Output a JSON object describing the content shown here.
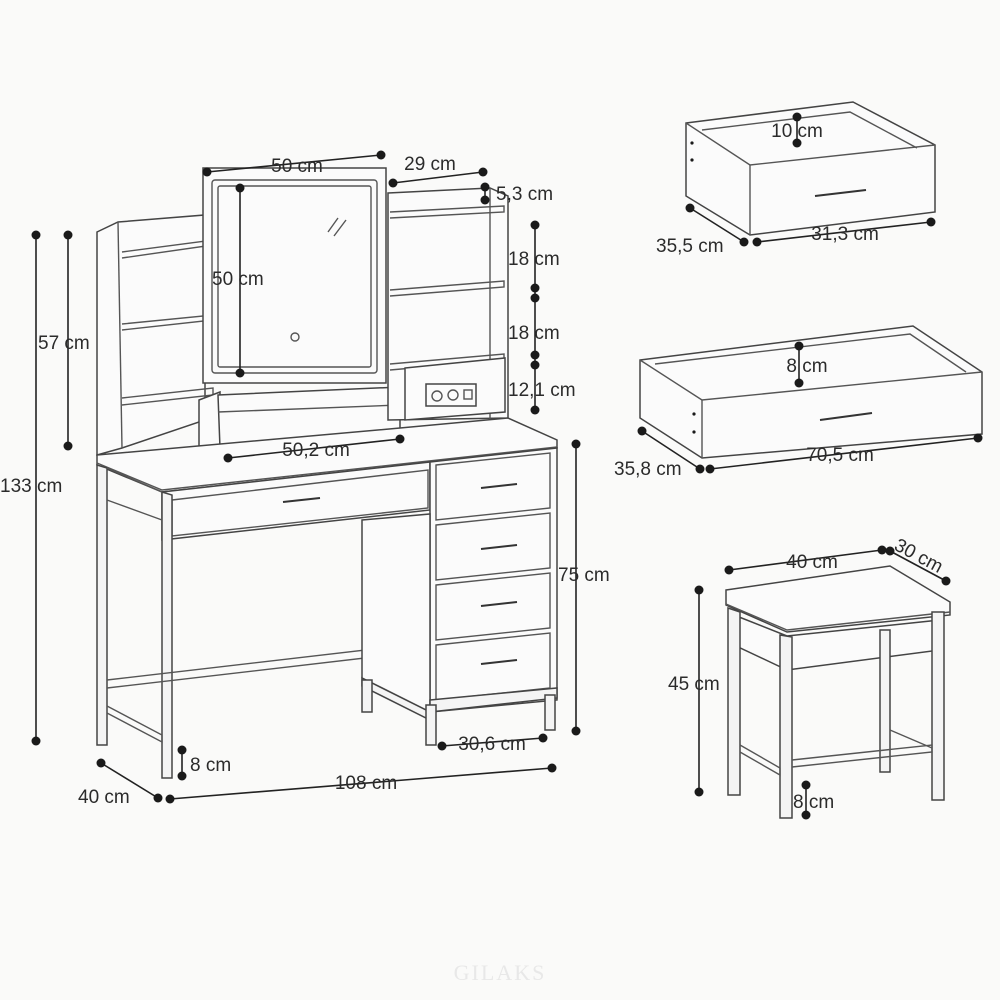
{
  "dimensions": {
    "mirror_width": "50 cm",
    "shelf_width": "29 cm",
    "shelf_top_gap": "5,3 cm",
    "mirror_height": "50 cm",
    "shelf_spacing_1": "18 cm",
    "shelf_spacing_2": "18 cm",
    "shelf_bottom": "12,1 cm",
    "hutch_height": "57 cm",
    "total_height": "133 cm",
    "hutch_base_width": "50,2 cm",
    "desk_height": "75 cm",
    "cabinet_width": "30,6 cm",
    "leg_clearance": "8 cm",
    "depth": "40 cm",
    "total_width": "108 cm"
  },
  "small_drawer": {
    "height": "10 cm",
    "depth": "35,5 cm",
    "width": "31,3 cm"
  },
  "large_drawer": {
    "height": "8 cm",
    "depth": "35,8 cm",
    "width": "70,5 cm"
  },
  "stool": {
    "width": "40 cm",
    "depth": "30 cm",
    "height": "45 cm",
    "leg_clearance": "8 cm"
  },
  "watermark": "GILAKS"
}
